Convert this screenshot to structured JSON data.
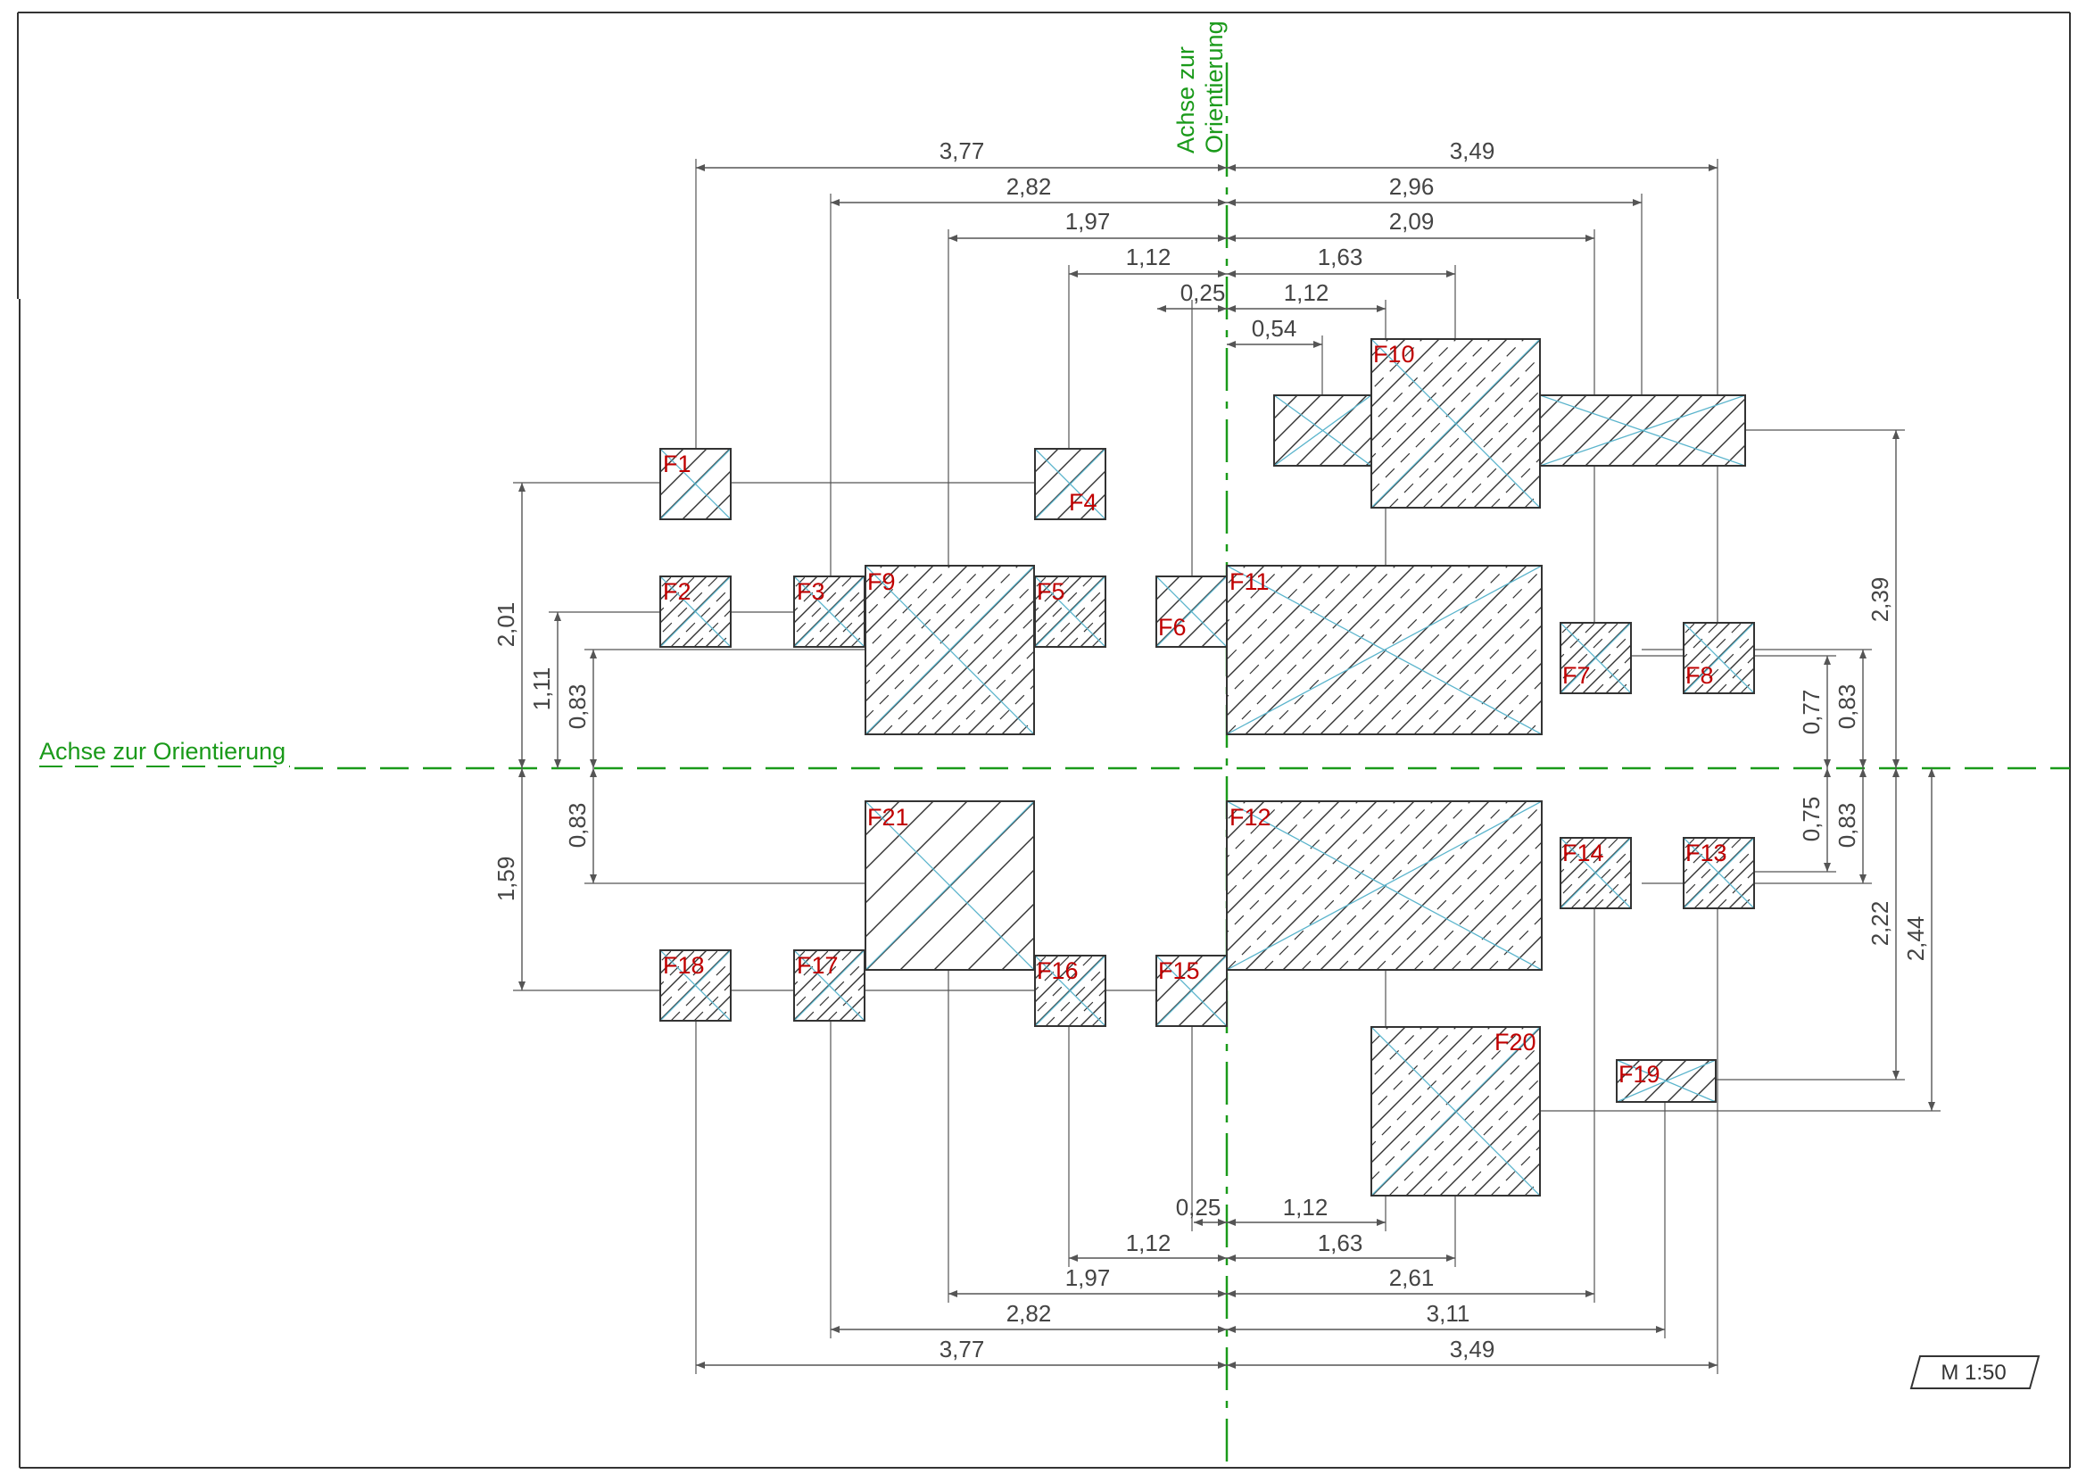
{
  "drawing": {
    "axis_label": "Achse zur Orientierung",
    "axis_label_vertical": [
      "Achse zur",
      "Orientierung"
    ],
    "scale": "M 1:50"
  },
  "colors": {
    "frame": "#333333",
    "dimension": "#555555",
    "outline": "#333333",
    "hatch": "#333333",
    "diagonal": "#5ab4cc",
    "label": "#c00000",
    "axis": "#1a9a1a"
  },
  "fields": [
    {
      "label": "F1"
    },
    {
      "label": "F2"
    },
    {
      "label": "F3"
    },
    {
      "label": "F4"
    },
    {
      "label": "F5"
    },
    {
      "label": "F6"
    },
    {
      "label": "F7"
    },
    {
      "label": "F8"
    },
    {
      "label": "F9"
    },
    {
      "label": "F10"
    },
    {
      "label": "F11"
    },
    {
      "label": "F12"
    },
    {
      "label": "F13"
    },
    {
      "label": "F14"
    },
    {
      "label": "F15"
    },
    {
      "label": "F16"
    },
    {
      "label": "F17"
    },
    {
      "label": "F18"
    },
    {
      "label": "F19"
    },
    {
      "label": "F20"
    },
    {
      "label": "F21"
    }
  ],
  "dimensions": {
    "top": [
      "3,77",
      "3,49",
      "2,82",
      "2,96",
      "1,97",
      "2,09",
      "1,12",
      "1,63",
      "0,25",
      "1,12",
      "0,54"
    ],
    "bottom": [
      "0,25",
      "1,12",
      "1,12",
      "1,63",
      "1,97",
      "2,61",
      "2,82",
      "3,11",
      "3,77",
      "3,49"
    ],
    "left": [
      "2,01",
      "1,11",
      "0,83",
      "0,83",
      "1,59"
    ],
    "right": [
      "2,39",
      "0,77",
      "0,83",
      "0,75",
      "0,83",
      "2,22",
      "2,44"
    ]
  }
}
